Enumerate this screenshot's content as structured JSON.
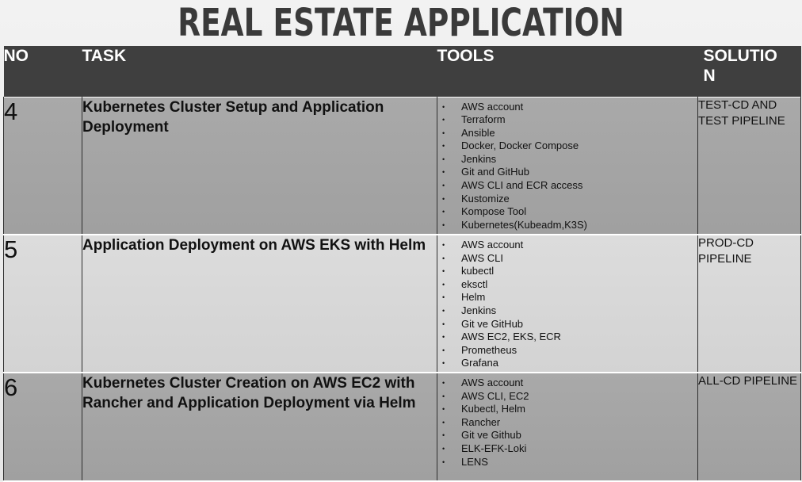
{
  "title": "REAL ESTATE APPLICATION",
  "headers": {
    "no": "NO",
    "task": "TASK",
    "tools": "TOOLS",
    "solution": "SOLUTIO\nN"
  },
  "rows": [
    {
      "no": "4",
      "task": "Kubernetes Cluster Setup and Application Deployment",
      "tools": [
        "AWS account",
        "Terraform",
        "Ansible",
        "Docker, Docker Compose",
        "Jenkins",
        "Git and GitHub",
        "AWS CLI and ECR access",
        "Kustomize",
        "Kompose Tool",
        "Kubernetes(Kubeadm,K3S)"
      ],
      "solution": "TEST-CD AND TEST PIPELINE"
    },
    {
      "no": "5",
      "task": "Application Deployment on AWS EKS with Helm",
      "tools": [
        "AWS account",
        "AWS CLI",
        "kubectl",
        "eksctl",
        "Helm",
        "Jenkins",
        "Git ve GitHub",
        "AWS EC2, EKS, ECR",
        "Prometheus",
        "Grafana"
      ],
      "solution": "PROD-CD PIPELINE"
    },
    {
      "no": "6",
      "task": "Kubernetes Cluster Creation on AWS EC2 with Rancher and Application Deployment via Helm",
      "tools": [
        "AWS account",
        "AWS CLI, EC2",
        "Kubectl, Helm",
        "Rancher",
        "Git ve Github",
        "ELK-EFK-Loki",
        "LENS"
      ],
      "solution": "ALL-CD PIPELINE"
    }
  ]
}
